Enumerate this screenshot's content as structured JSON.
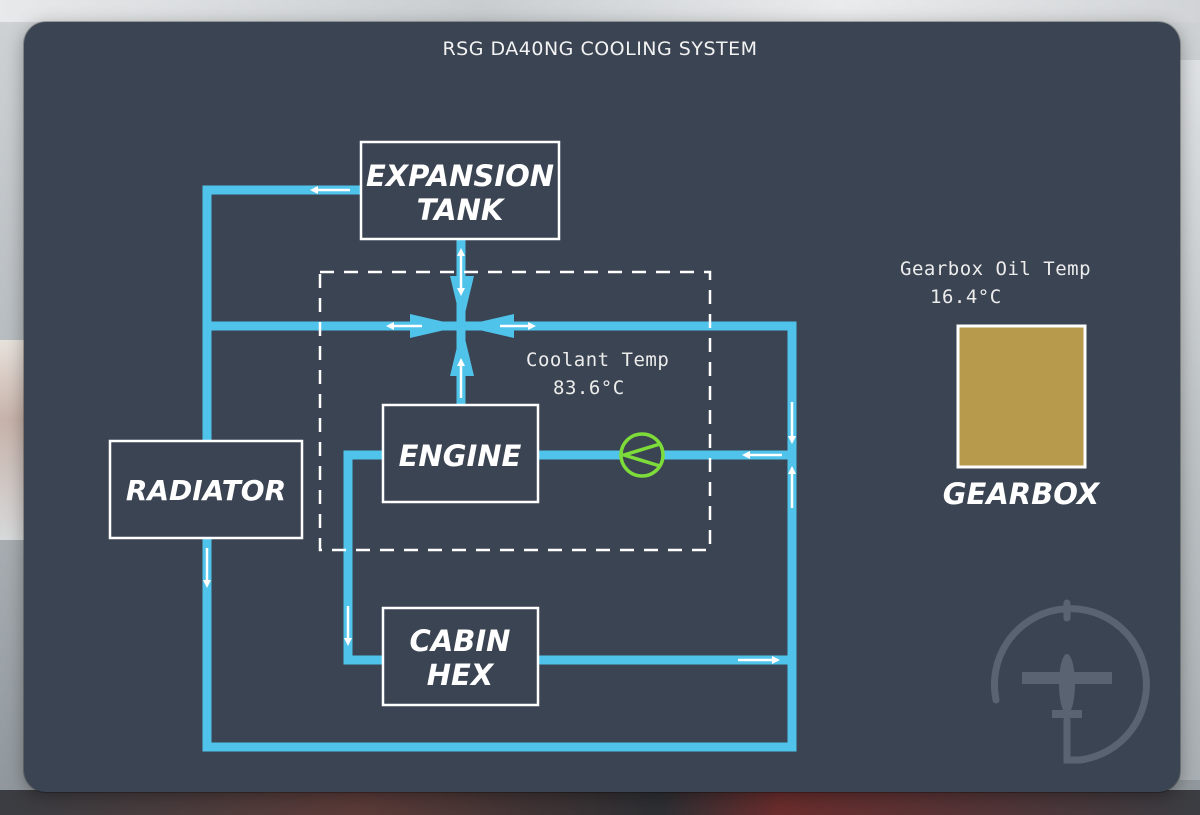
{
  "title": "RSG DA40NG COOLING SYSTEM",
  "components": {
    "expansion_tank": [
      "EXPANSION",
      "TANK"
    ],
    "engine": "ENGINE",
    "radiator": "RADIATOR",
    "cabin_hex": [
      "CABIN",
      "HEX"
    ],
    "gearbox": "GEARBOX"
  },
  "readouts": {
    "coolant_label": "Coolant Temp",
    "coolant_value": "83.6°C",
    "gearbox_oil_label": "Gearbox Oil Temp",
    "gearbox_oil_value": "16.4°C"
  },
  "colors": {
    "panel_bg": "#3b4452",
    "pipe": "#4fc3ea",
    "pump": "#7ddc3a",
    "gearbox_fill": "#b89a4c",
    "outline": "#ffffff"
  },
  "icons": {
    "logo": "airplane-gauge-logo-icon",
    "pump": "pump-icon",
    "flow_arrow": "flow-arrow-icon"
  }
}
